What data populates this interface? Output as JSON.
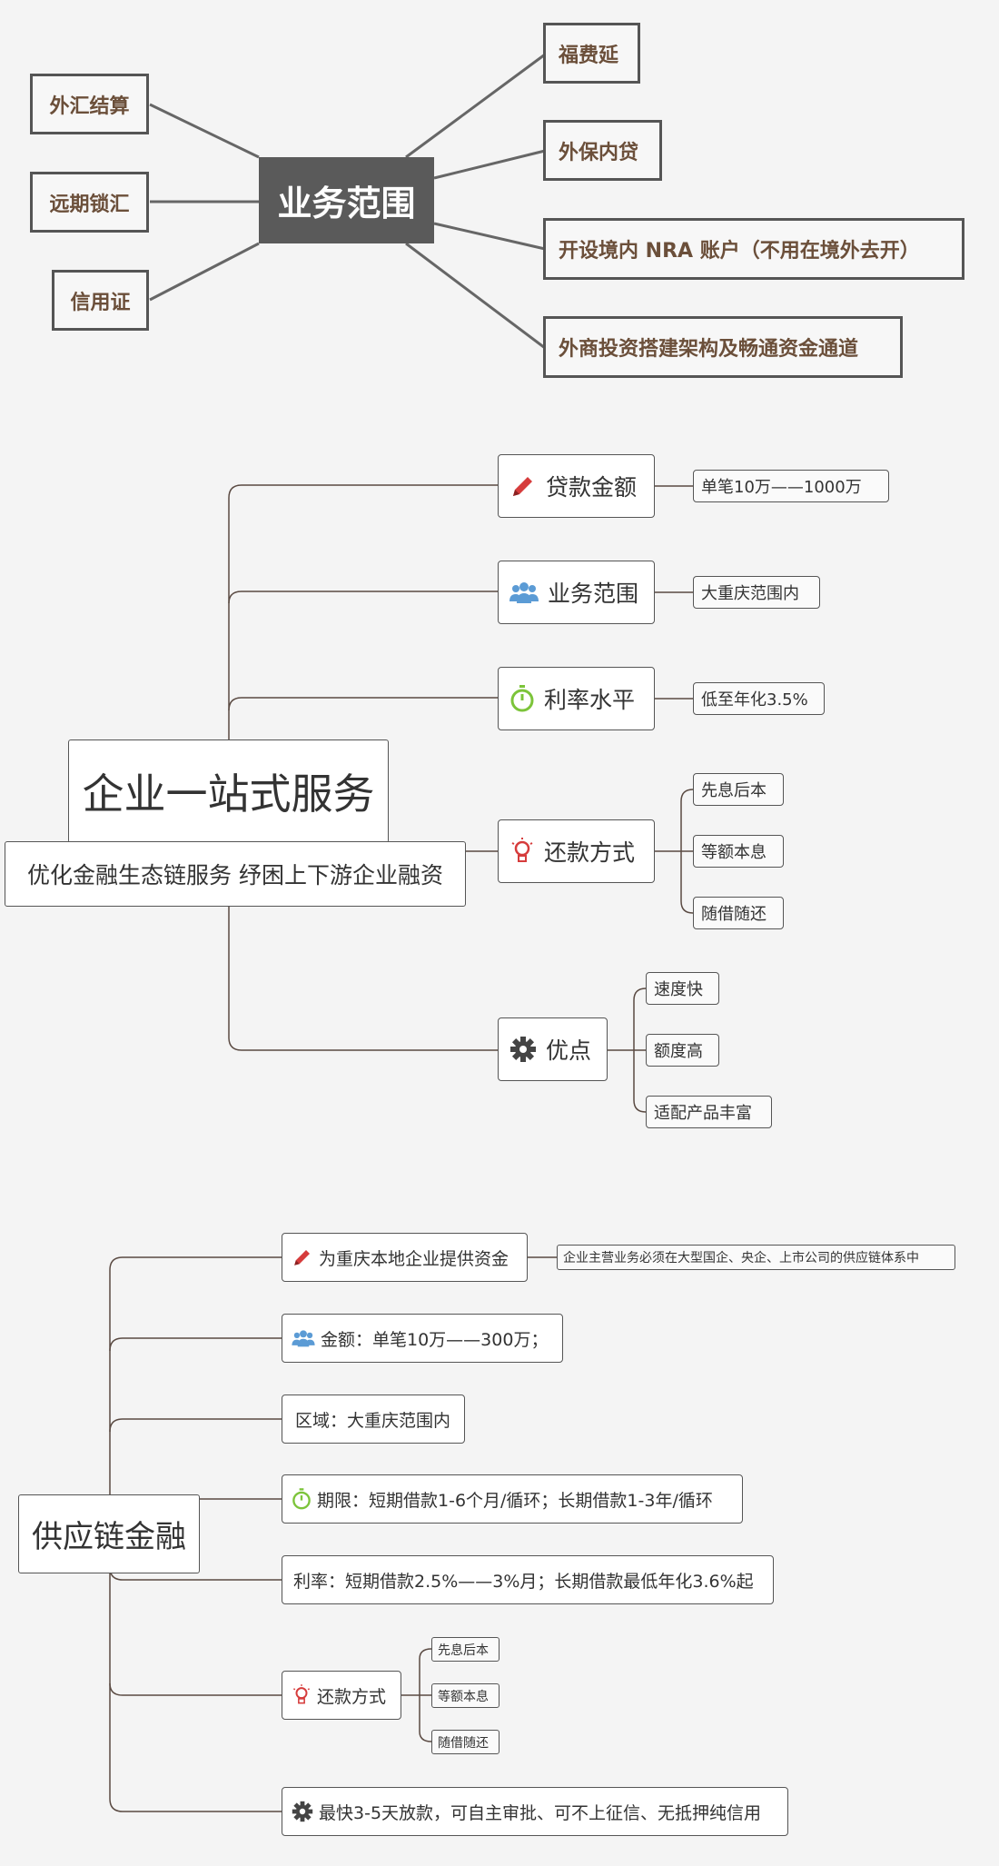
{
  "scope_map": {
    "center": "业务范围",
    "left": [
      "外汇结算",
      "远期锁汇",
      "信用证"
    ],
    "right": [
      "福费延",
      "外保内贷",
      "开设境内 NRA 账户（不用在境外去开）",
      "外商投资搭建架构及畅通资金通道"
    ]
  },
  "enterprise_map": {
    "title": "企业一站式服务",
    "subtitle": "优化金融生态链服务 纾困上下游企业融资",
    "branches": [
      {
        "label": "贷款金额",
        "icon": "pencil-icon",
        "children": [
          "单笔10万——1000万"
        ]
      },
      {
        "label": "业务范围",
        "icon": "people-icon",
        "children": [
          "大重庆范围内"
        ]
      },
      {
        "label": "利率水平",
        "icon": "stopwatch-icon",
        "children": [
          "低至年化3.5%"
        ]
      },
      {
        "label": "还款方式",
        "icon": "lightbulb-icon",
        "children": [
          "先息后本",
          "等额本息",
          "随借随还"
        ]
      },
      {
        "label": "优点",
        "icon": "gear-icon",
        "children": [
          "速度快",
          "额度高",
          "适配产品丰富"
        ]
      }
    ]
  },
  "supply_map": {
    "title": "供应链金融",
    "branches": [
      {
        "label": "为重庆本地企业提供资金",
        "icon": "pencil-icon",
        "children": [
          "企业主营业务必须在大型国企、央企、上市公司的供应链体系中"
        ]
      },
      {
        "label": "金额：单笔10万——300万；",
        "icon": "people-icon",
        "children": []
      },
      {
        "label": "区域：大重庆范围内",
        "icon": "",
        "children": []
      },
      {
        "label": "期限：短期借款1-6个月/循环；长期借款1-3年/循环",
        "icon": "stopwatch-icon",
        "children": []
      },
      {
        "label": "利率：短期借款2.5%——3%月；长期借款最低年化3.6%起",
        "icon": "",
        "children": []
      },
      {
        "label": "还款方式",
        "icon": "lightbulb-icon",
        "children": [
          "先息后本",
          "等额本息",
          "随借随还"
        ]
      },
      {
        "label": "最快3-5天放款，可自主审批、可不上征信、无抵押纯信用",
        "icon": "gear-icon",
        "children": []
      }
    ]
  },
  "colors": {
    "icon_red": "#d63c3c",
    "icon_blue": "#5b9bd5",
    "icon_green": "#7cc43a",
    "icon_dark": "#444444",
    "line": "#5a4a42"
  }
}
